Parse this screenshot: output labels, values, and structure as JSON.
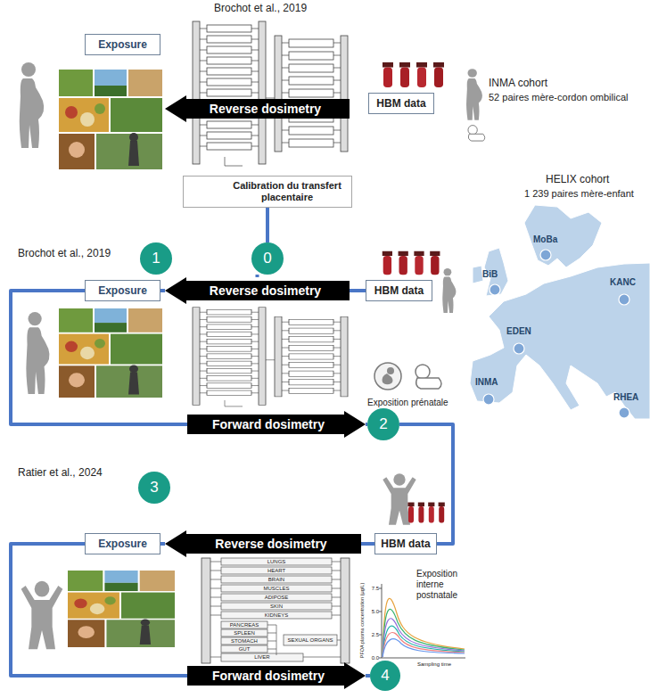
{
  "diagram": {
    "nodes": [
      {
        "text": [
          "Exposure"
        ]
      },
      {
        "text": [
          "Reverse dosimetry"
        ]
      },
      {
        "text": [
          "HBM data"
        ]
      },
      {
        "text": [
          "Calibration du transfert placentaire"
        ]
      },
      {
        "text": [
          "0"
        ]
      },
      {
        "text": [
          "1"
        ]
      },
      {
        "text": [
          "Exposure"
        ]
      },
      {
        "text": [
          "Reverse dosimetry"
        ]
      },
      {
        "text": [
          "HBM data"
        ]
      },
      {
        "text": [
          "Forward dosimetry"
        ]
      },
      {
        "text": [
          "2"
        ]
      },
      {
        "text": [
          "3"
        ]
      },
      {
        "text": [
          "Exposure"
        ]
      },
      {
        "text": [
          "Reverse dosimetry"
        ]
      },
      {
        "text": [
          "HBM data"
        ]
      },
      {
        "text": [
          "Forward dosimetry"
        ]
      },
      {
        "text": [
          "4"
        ]
      }
    ],
    "edges": [
      {
        "from": 3,
        "to": 4,
        "arrow": "none"
      },
      {
        "from": 4,
        "to": 7,
        "arrow": "none"
      },
      {
        "from": 6,
        "to": 7,
        "arrow": "none"
      },
      {
        "from": 7,
        "to": 8,
        "arrow": "none"
      },
      {
        "from": 6,
        "to": 9,
        "arrow": "none"
      },
      {
        "from": 9,
        "to": 10,
        "arrow": "none"
      },
      {
        "from": 10,
        "to": 14,
        "arrow": "none"
      },
      {
        "from": 14,
        "to": 13,
        "arrow": "none"
      },
      {
        "from": 13,
        "to": 12,
        "arrow": "none"
      },
      {
        "from": 12,
        "to": 15,
        "arrow": "none"
      },
      {
        "from": 15,
        "to": 16,
        "arrow": "none"
      }
    ],
    "labels": [
      "Brochot et al., 2019",
      "INMA cohort",
      "52 paires mère-cordon ombilical",
      "HELIX cohort",
      "1 239 paires mère-enfant",
      "MoBa",
      "BiB",
      "KANC",
      "EDEN",
      "INMA",
      "RHEA",
      "Brochot et al., 2019",
      "Exposition prénatale",
      "Ratier et al., 2024",
      "Exposition interne postnatale",
      "PFOA plasma concentration (µg/L)",
      "7.5",
      "5.0",
      "2.5",
      "0.0",
      "Sampling time",
      "LUNGS",
      "HEART",
      "BRAIN",
      "MUSCLES",
      "ADIPOSE",
      "SKIN",
      "KIDNEYS",
      "PANCREAS",
      "SPLEEN",
      "STOMACH",
      "GUT",
      "LIVER",
      "SEXUAL ORGANS"
    ]
  }
}
